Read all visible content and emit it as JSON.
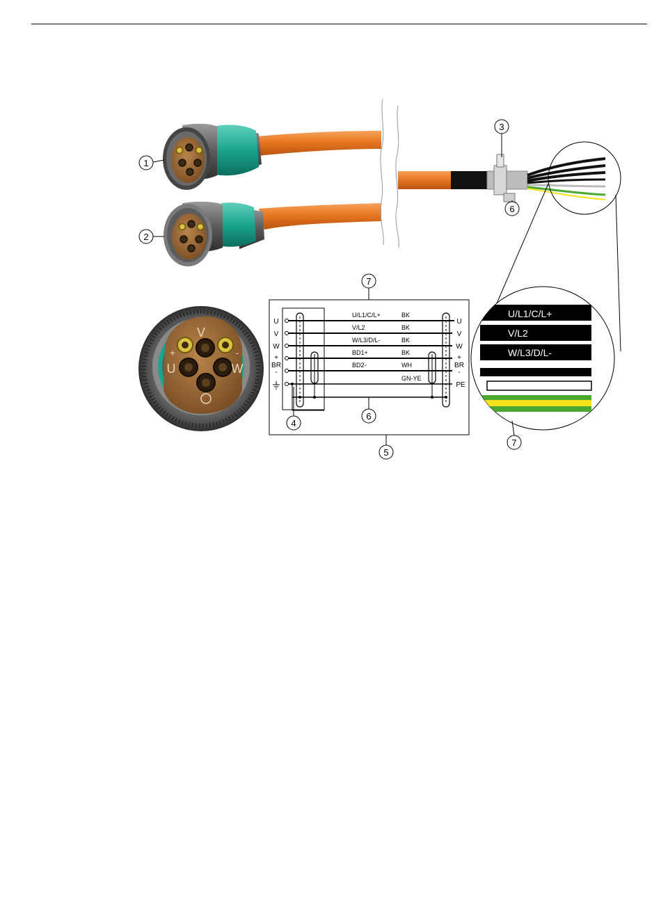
{
  "callouts": {
    "c1": "1",
    "c2": "2",
    "c3": "3",
    "c4": "4",
    "c5": "5",
    "c6": "6",
    "c7_schematic": "7",
    "c7_detail": "7"
  },
  "connector_letters": {
    "v": "V",
    "u": "U",
    "w": "W",
    "plus": "+",
    "minus": "-"
  },
  "schematic": {
    "left_terminals": [
      "U",
      "V",
      "W",
      "+",
      "BR",
      "-"
    ],
    "right_terminals": [
      "U",
      "V",
      "W",
      "+",
      "BR",
      "-",
      "PE"
    ],
    "conductor_labels": [
      "U/L1/C/L+",
      "V/L2",
      "W/L3/D/L-",
      "BD1+",
      "BD2-"
    ],
    "color_codes": [
      "BK",
      "BK",
      "BK",
      "BK",
      "WH",
      "GN-YE"
    ]
  },
  "detail_labels": [
    "U/L1/C/L+",
    "V/L2",
    "W/L3/D/L-"
  ],
  "colors": {
    "cable": "#e87722",
    "connector_ring": "#1aa58f",
    "insert": "#9a6a3a",
    "core_black": "#000000",
    "core_green": "#4aa832",
    "core_yellow": "#f2e21a",
    "callout_line": "#000000"
  }
}
